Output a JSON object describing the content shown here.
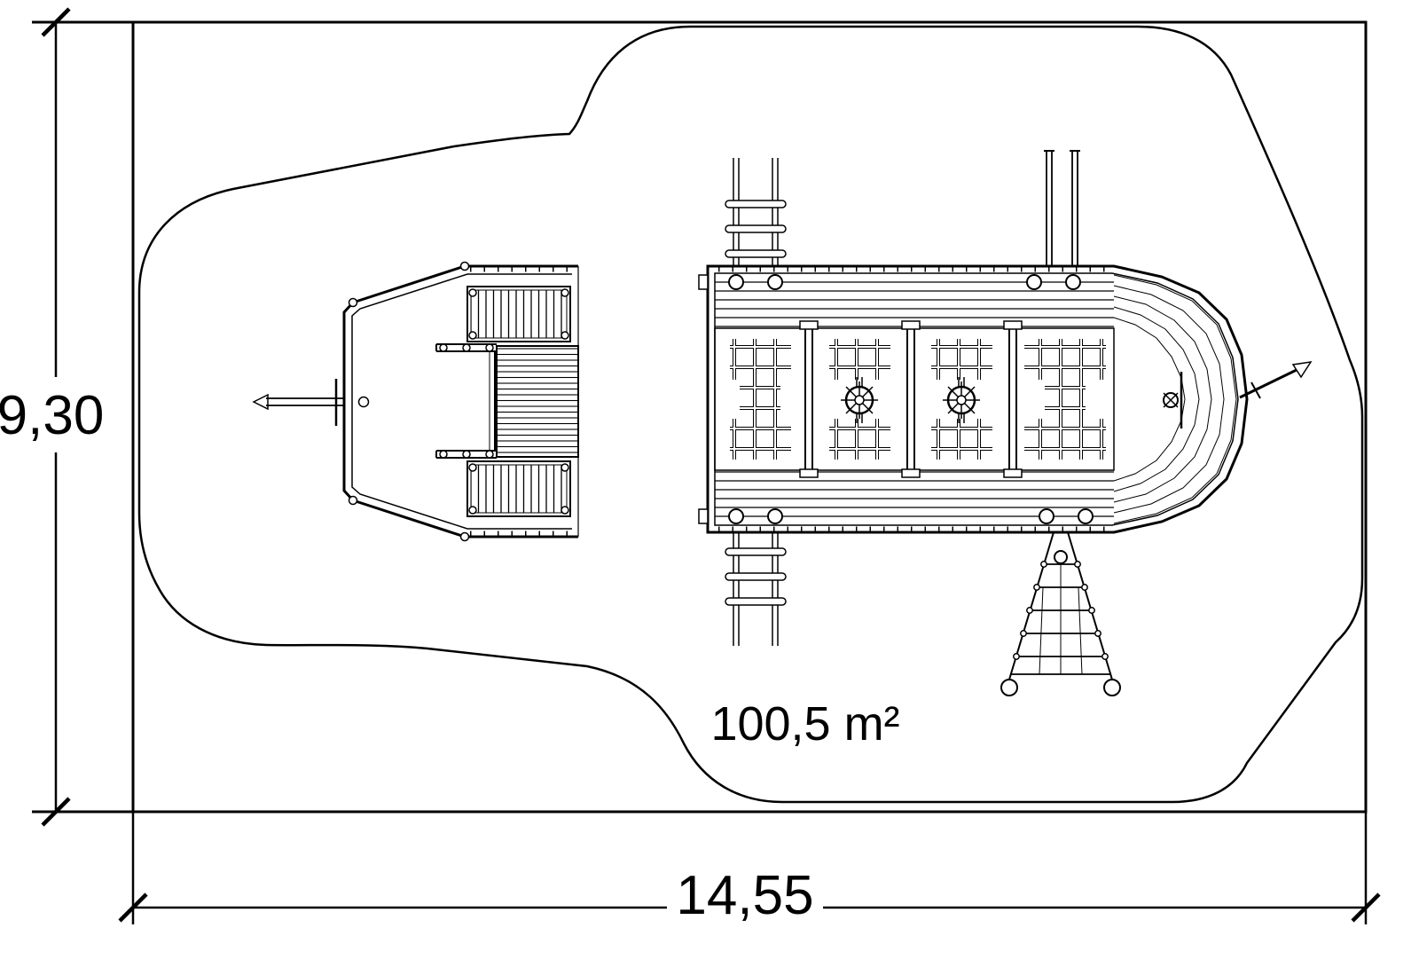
{
  "labels": {
    "height": "9,30",
    "width": "14,55",
    "area": "100,5 m²"
  },
  "colors": {
    "line": "#000000",
    "background": "#ffffff"
  }
}
